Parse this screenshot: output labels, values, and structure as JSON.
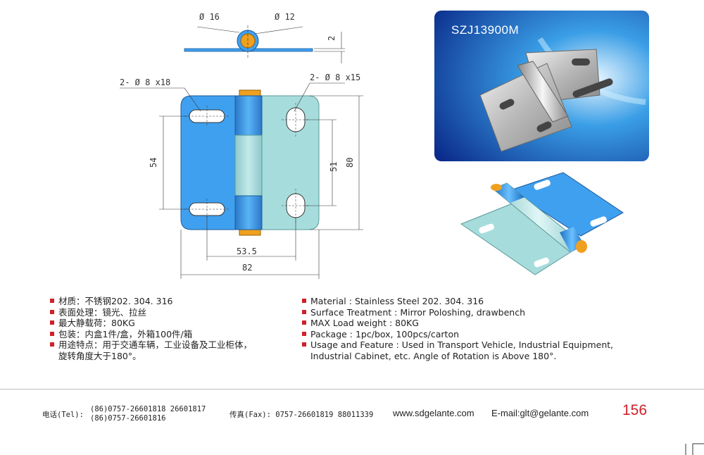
{
  "drawing": {
    "top_dia_left": "Ø 16",
    "top_dia_right": "Ø 12",
    "top_thickness": "2",
    "slot_left": "2- Ø 8  x18",
    "slot_right": "2- Ø 8  x15",
    "dim_54": "54",
    "dim_51": "51",
    "dim_80": "80",
    "dim_53_5": "53.5",
    "dim_82": "82"
  },
  "photo": {
    "model": "SZJ13900M"
  },
  "specs_cn": [
    "材质：不锈钢202. 304. 316",
    "表面处理：镜光、拉丝",
    "最大静载荷：80KG",
    "包装：内盒1件/盒，外箱100件/箱",
    "用途特点：用于交通车辆，工业设备及工业柜体，",
    "旋转角度大于180°。"
  ],
  "specs_en": [
    "Material : Stainless Steel 202. 304. 316",
    "Surface Treatment : Mirror Poloshing, drawbench",
    "MAX Load weight : 80KG",
    "Package : 1pc/box,  100pcs/carton",
    "Usage and Feature : Used in Transport Vehicle, Industrial Equipment,",
    "Industrial Cabinet, etc. Angle of Rotation is Above 180°."
  ],
  "footer": {
    "tel_label": "电话(Tel):",
    "tel_line1": "(86)0757-26601818  26601817",
    "tel_line2": "(86)0757-26601816",
    "fax": "传真(Fax): 0757-26601819 88011339",
    "website": "www.sdgelante.com",
    "email": "E-mail:glt@gelante.com",
    "page_number": "156"
  },
  "colors": {
    "leaf_left": "#3fa0f0",
    "leaf_right": "#a7dcdc",
    "pin": "#f0a020",
    "accent_red": "#d0202a"
  }
}
